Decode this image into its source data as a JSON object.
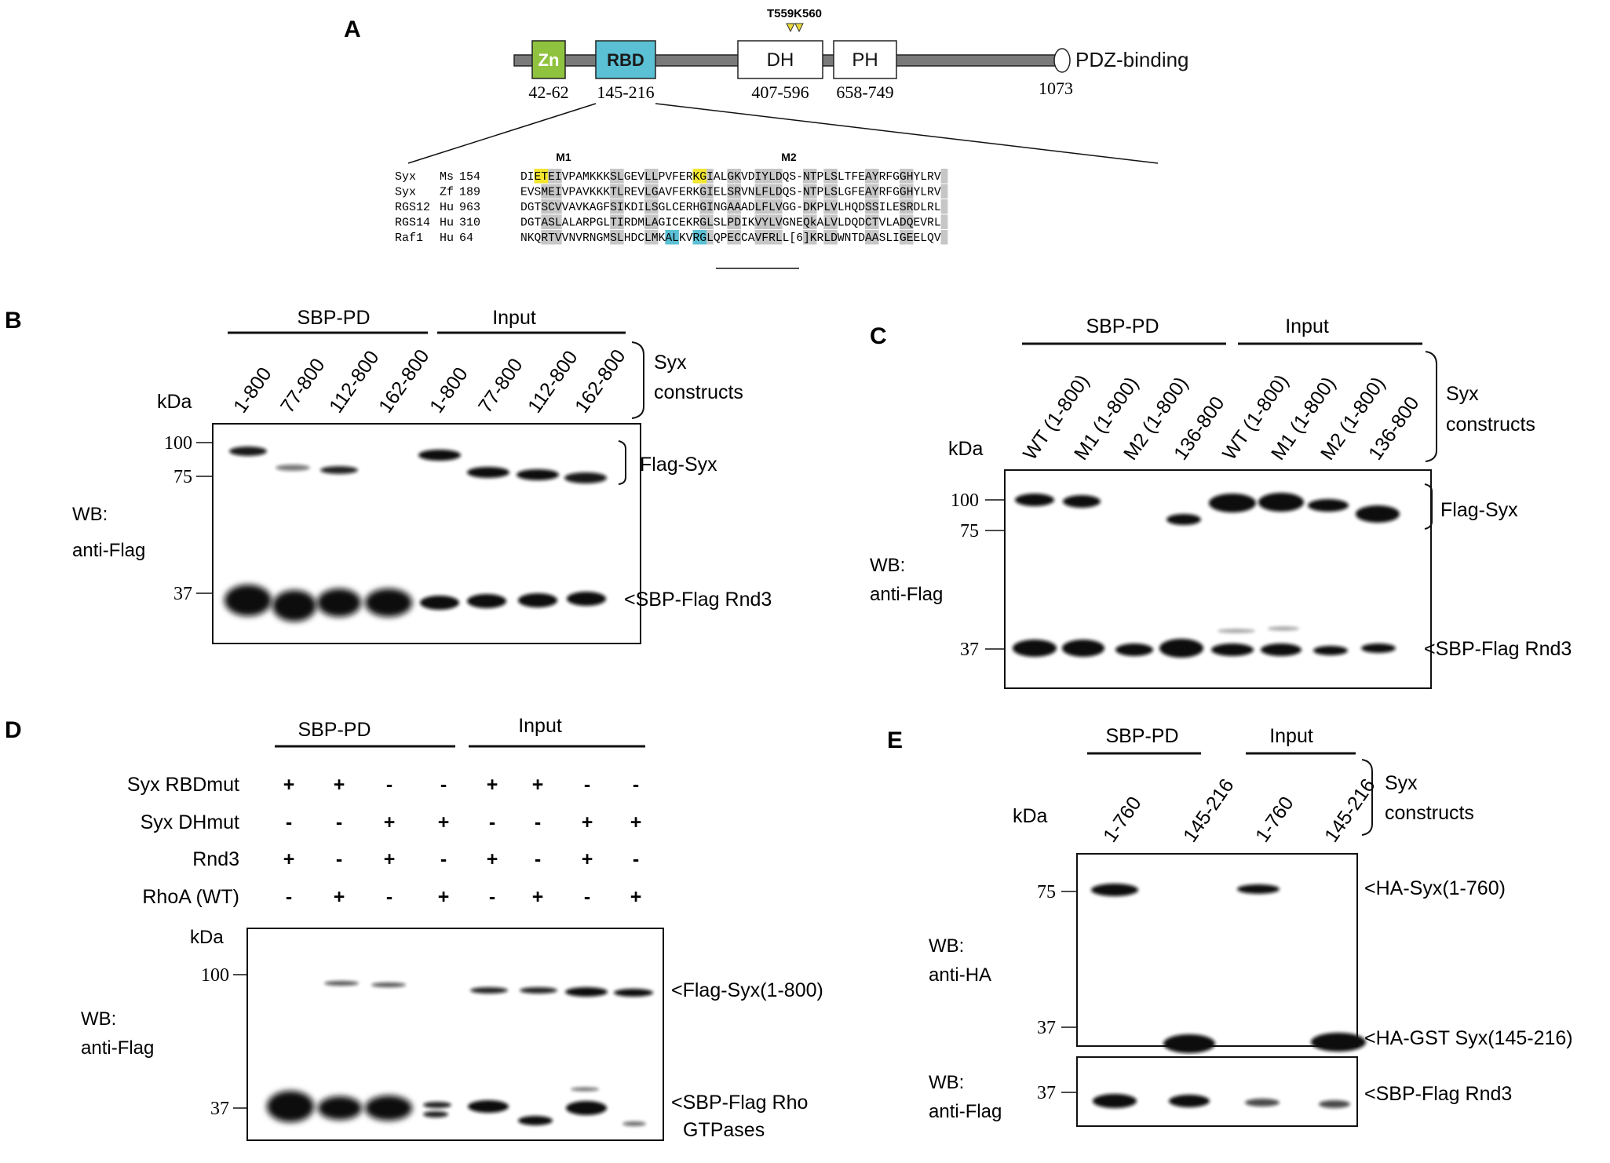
{
  "colors": {
    "zn": "#8fc23f",
    "rbd": "#5bc0d4",
    "highlight_yellow": "#f2e62e",
    "highlight_cyan": "#5bc0d4",
    "shade_gray": "#c6c6c6",
    "triangle": "#e9d93a"
  },
  "panelA": {
    "label": "A",
    "mutation_label": "T559K560",
    "domains": {
      "zn": "Zn",
      "rbd": "RBD",
      "dh": "DH",
      "ph": "PH",
      "pdz": "PDZ-binding"
    },
    "ranges": {
      "zn": "42-62",
      "rbd": "145-216",
      "dh": "407-596",
      "ph": "658-749",
      "end": "1073"
    },
    "markers": [
      "M1",
      "M2"
    ],
    "alignment": [
      {
        "name": "Syx",
        "sp": "Ms",
        "num": "154",
        "seq": "DIETEIVPAMKKKSLGEVLLPVFERKGIALGKVDIYLDQS-NTPLSLTFEAYRFGGHYLRV"
      },
      {
        "name": "Syx",
        "sp": "Zf",
        "num": "189",
        "seq": "EVSMEIVPAVKKKTLREVLGAVFERKGIELSRVNLFLDQS-NTPLSLGFEAYRFGGHYLRV"
      },
      {
        "name": "RGS12",
        "sp": "Hu",
        "num": "963",
        "seq": "DGTSCVVAVKAGFSIKDILSGLCERHGINGAAADLFLVGG-DKPLVLHQDSSILESRDLRL"
      },
      {
        "name": "RGS14",
        "sp": "Hu",
        "num": "310",
        "seq": "DGTASLALARPGLTIRDMLAGICEKRGLSLPDIKVYLVGNEQkALVLDQDCTVLADQEVRL"
      },
      {
        "name": "Raf1",
        "sp": "Hu",
        "num": "64",
        "seq": "NKQRTVVNVRNGMSLHDCLMKALKVRGLQPECCAVFRLL[6]KRLDWNTDAASLIGEELQV"
      }
    ]
  },
  "panelB": {
    "label": "B",
    "group_pd": "SBP-PD",
    "group_input": "Input",
    "bracket_label_1": "Syx",
    "bracket_label_2": "constructs",
    "kda": "kDa",
    "lanes": [
      "1-800",
      "77-800",
      "112-800",
      "162-800",
      "1-800",
      "77-800",
      "112-800",
      "162-800"
    ],
    "markers": [
      "100",
      "75",
      "37"
    ],
    "wb_1": "WB:",
    "wb_2": "anti-Flag",
    "band_label_1": "Flag-Syx",
    "band_label_2": "<SBP-Flag Rnd3"
  },
  "panelC": {
    "label": "C",
    "group_pd": "SBP-PD",
    "group_input": "Input",
    "bracket_label_1": "Syx",
    "bracket_label_2": "constructs",
    "kda": "kDa",
    "lanes": [
      "WT (1-800)",
      "M1 (1-800)",
      "M2 (1-800)",
      "136-800",
      "WT (1-800)",
      "M1 (1-800)",
      "M2 (1-800)",
      "136-800"
    ],
    "markers": [
      "100",
      "75",
      "37"
    ],
    "wb_1": "WB:",
    "wb_2": "anti-Flag",
    "band_label_1": "Flag-Syx",
    "band_label_2": "<SBP-Flag Rnd3"
  },
  "panelD": {
    "label": "D",
    "group_pd": "SBP-PD",
    "group_input": "Input",
    "rows": [
      {
        "label": "Syx RBDmut",
        "signs": [
          "+",
          "+",
          "-",
          "-",
          "+",
          "+",
          "-",
          "-"
        ]
      },
      {
        "label": "Syx DHmut",
        "signs": [
          "-",
          "-",
          "+",
          "+",
          "-",
          "-",
          "+",
          "+"
        ]
      },
      {
        "label": "Rnd3",
        "signs": [
          "+",
          "-",
          "+",
          "-",
          "+",
          "-",
          "+",
          "-"
        ]
      },
      {
        "label": "RhoA (WT)",
        "signs": [
          "-",
          "+",
          "-",
          "+",
          "-",
          "+",
          "-",
          "+"
        ]
      }
    ],
    "kda": "kDa",
    "markers": [
      "100",
      "37"
    ],
    "wb_1": "WB:",
    "wb_2": "anti-Flag",
    "band_label_1": "<Flag-Syx(1-800)",
    "band_label_2": "<SBP-Flag Rho",
    "band_label_3": "GTPases"
  },
  "panelE": {
    "label": "E",
    "group_pd": "SBP-PD",
    "group_input": "Input",
    "bracket_label_1": "Syx",
    "bracket_label_2": "constructs",
    "kda": "kDa",
    "lanes": [
      "1-760",
      "145-216",
      "1-760",
      "145-216"
    ],
    "markers_top": [
      "75",
      "37"
    ],
    "markers_bottom": [
      "37"
    ],
    "wb_top_1": "WB:",
    "wb_top_2": "anti-HA",
    "wb_bottom_1": "WB:",
    "wb_bottom_2": "anti-Flag",
    "band_label_1": "<HA-Syx(1-760)",
    "band_label_2": "<HA-GST Syx(145-216)",
    "band_label_3": "<SBP-Flag Rnd3"
  }
}
